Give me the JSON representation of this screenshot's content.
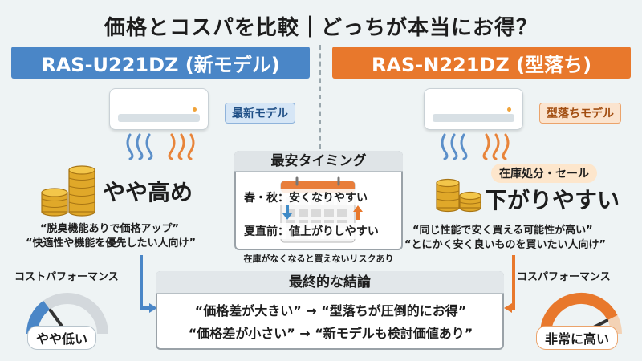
{
  "title": "価格とコスパを比較｜どっちが本当にお得？",
  "left": {
    "model": "RAS-U221DZ (新モデル)",
    "ac_badge": "最新モデル",
    "price_text": "やや高め",
    "quotes": [
      "“脱臭機能ありで価格アップ”",
      "“快適性や機能を優先したい人向け”"
    ],
    "cosp_label": "コストパフォーマンス",
    "cosp_value": "やや低い",
    "gauge_level": 0.3
  },
  "right": {
    "model": "RAS-N221DZ (型落ち)",
    "ac_badge": "型落ちモデル",
    "sale_badge": "在庫処分・セール",
    "price_text": "下がりやすい",
    "quotes": [
      "“同じ性能で安く買える可能性が高い”",
      "“とにかく安く良いものを買いたい人向け”"
    ],
    "cosp_label": "コスパフォーマンス",
    "cosp_value": "非常に高い",
    "gauge_level": 0.85
  },
  "timing": {
    "title": "最安タイミング",
    "line1": "春・秋：安くなりやすい",
    "line2": "夏直前：値上がりしやすい",
    "note": "在庫がなくなると買えないリスクあり"
  },
  "conclusion": {
    "title": "最終的な結論",
    "line1": "“価格差が大きい” → “型落ちが圧倒的にお得”",
    "line2": "“価格差が小さい” → “新モデルも検討価値あり”"
  },
  "colors": {
    "blue": "#4a86c7",
    "orange": "#e8782c",
    "background": "#eef3f4"
  }
}
